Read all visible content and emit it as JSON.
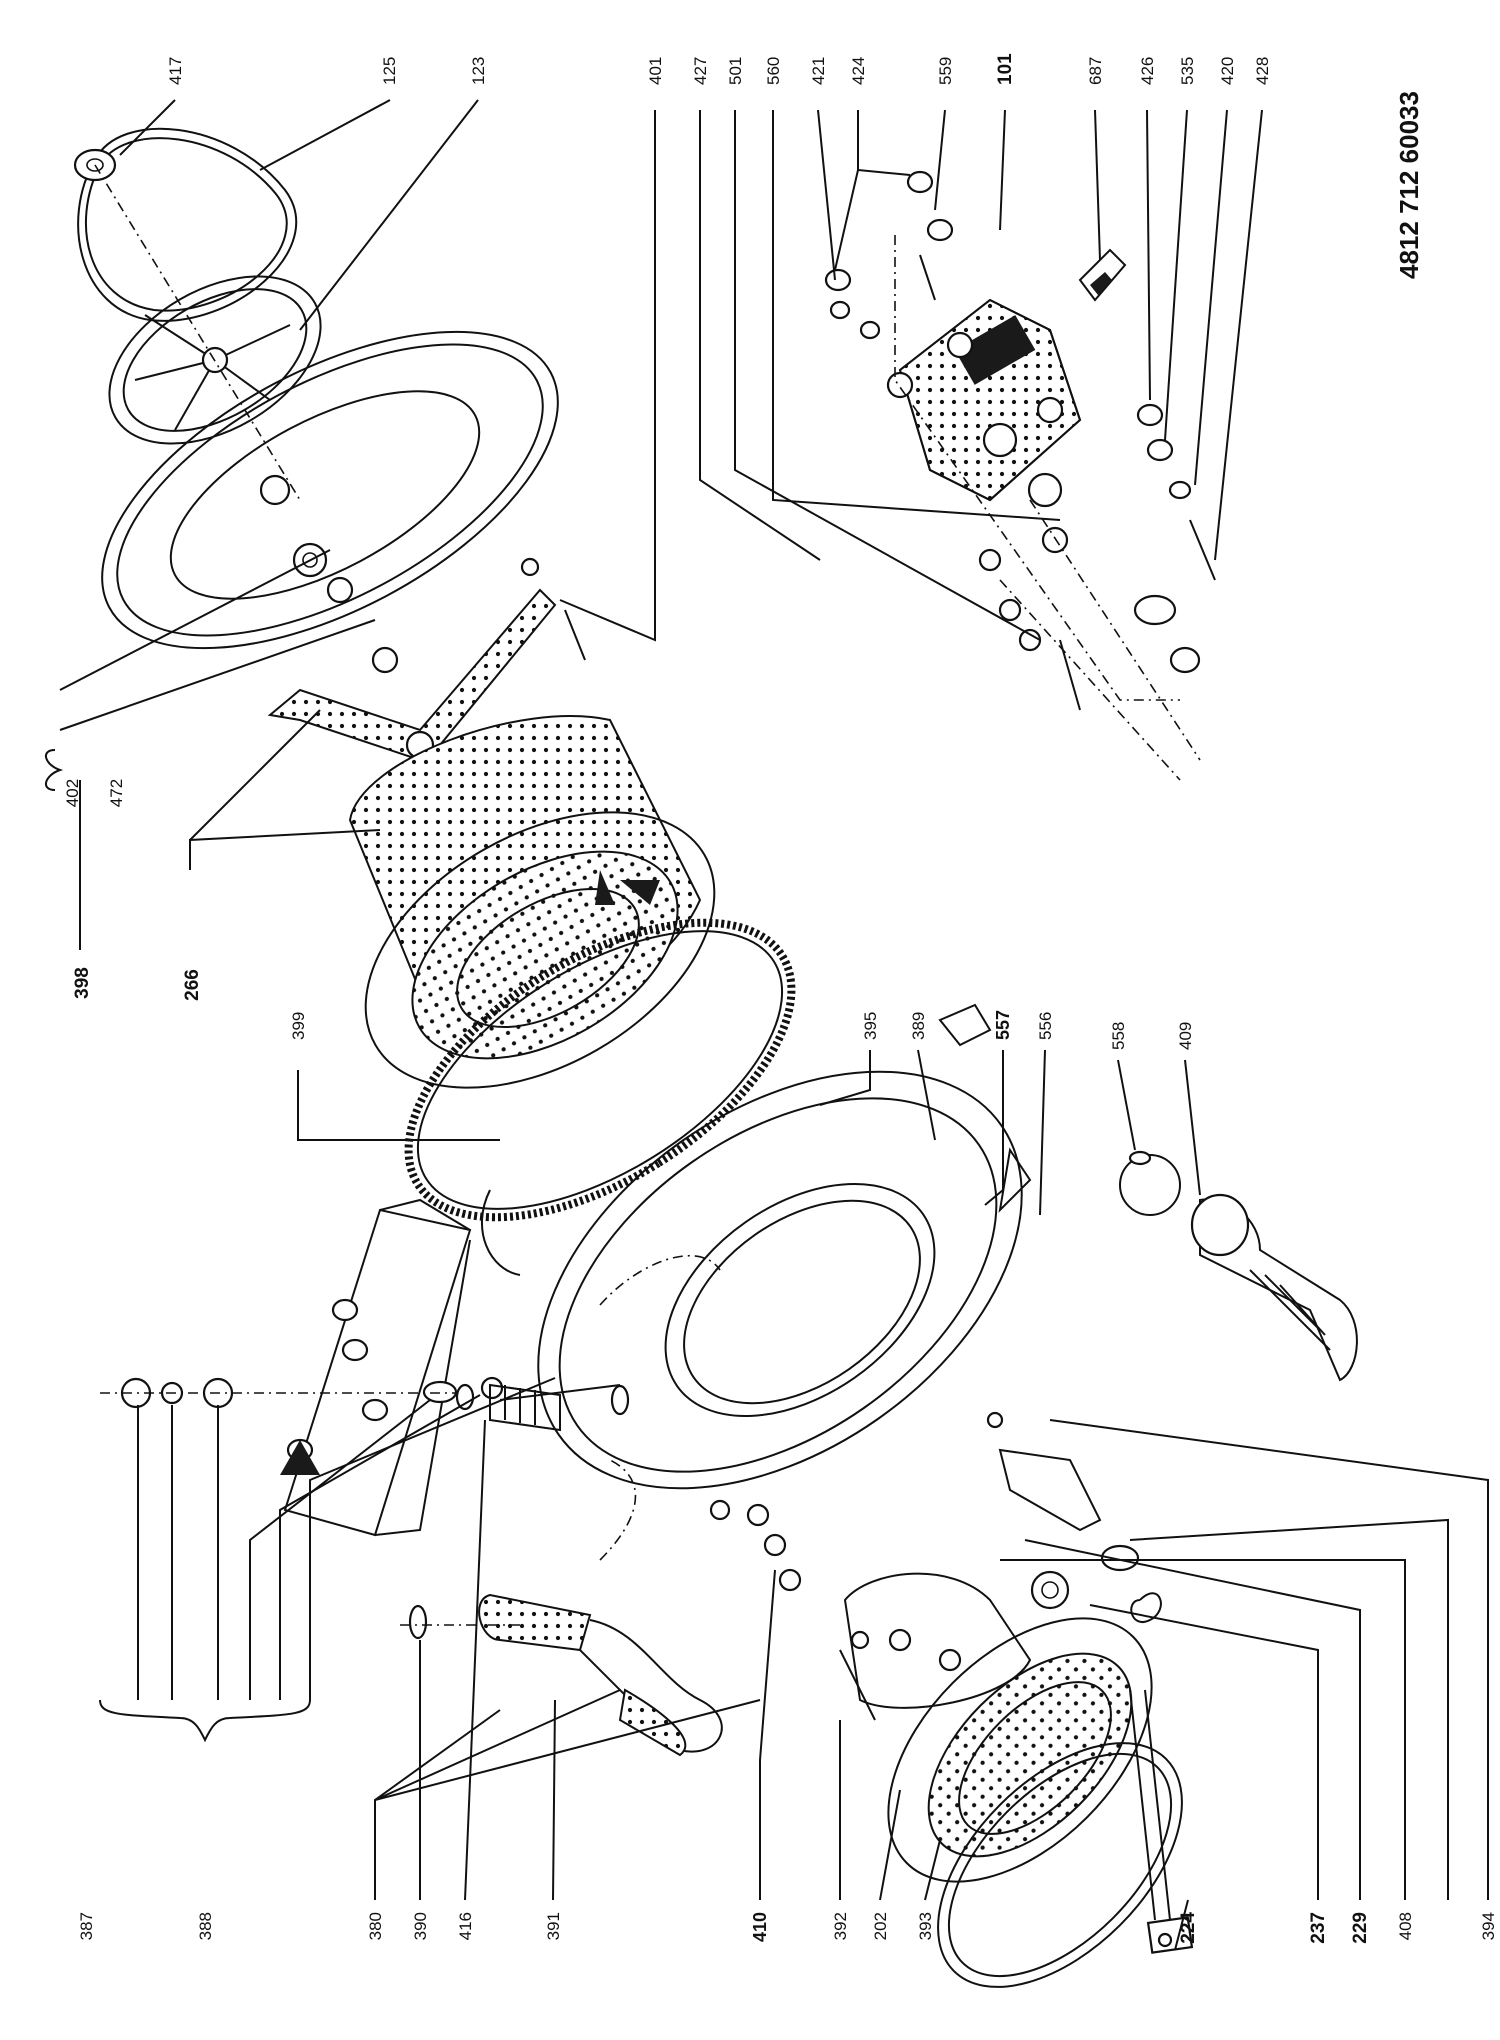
{
  "diagram": {
    "doc_number": "4812 712 60033",
    "callouts_top": [
      {
        "id": "417",
        "bold": false
      },
      {
        "id": "125",
        "bold": false
      },
      {
        "id": "123",
        "bold": false
      },
      {
        "id": "401",
        "bold": false
      },
      {
        "id": "427",
        "bold": false
      },
      {
        "id": "501",
        "bold": false
      },
      {
        "id": "560",
        "bold": false
      },
      {
        "id": "421",
        "bold": false
      },
      {
        "id": "424",
        "bold": false
      },
      {
        "id": "559",
        "bold": false
      },
      {
        "id": "101",
        "bold": true
      },
      {
        "id": "687",
        "bold": false
      },
      {
        "id": "426",
        "bold": false
      },
      {
        "id": "535",
        "bold": false
      },
      {
        "id": "420",
        "bold": false
      },
      {
        "id": "428",
        "bold": false
      }
    ],
    "callouts_left": [
      {
        "id": "398",
        "bold": true
      },
      {
        "id": "402",
        "bold": false
      },
      {
        "id": "472",
        "bold": false
      },
      {
        "id": "266",
        "bold": true
      }
    ],
    "callouts_mid": [
      {
        "id": "399",
        "bold": false
      },
      {
        "id": "395",
        "bold": false
      },
      {
        "id": "389",
        "bold": false
      },
      {
        "id": "557",
        "bold": true
      },
      {
        "id": "556",
        "bold": false
      },
      {
        "id": "558",
        "bold": false
      },
      {
        "id": "409",
        "bold": false
      }
    ],
    "callouts_bottom": [
      {
        "id": "387",
        "bold": false
      },
      {
        "id": "388",
        "bold": false
      },
      {
        "id": "380",
        "bold": false
      },
      {
        "id": "390",
        "bold": false
      },
      {
        "id": "416",
        "bold": false
      },
      {
        "id": "391",
        "bold": false
      },
      {
        "id": "410",
        "bold": true
      },
      {
        "id": "392",
        "bold": false
      },
      {
        "id": "202",
        "bold": false
      },
      {
        "id": "393",
        "bold": false
      },
      {
        "id": "224",
        "bold": true
      },
      {
        "id": "237",
        "bold": true
      },
      {
        "id": "229",
        "bold": true
      },
      {
        "id": "408",
        "bold": false
      },
      {
        "id": "394",
        "bold": false
      }
    ]
  }
}
